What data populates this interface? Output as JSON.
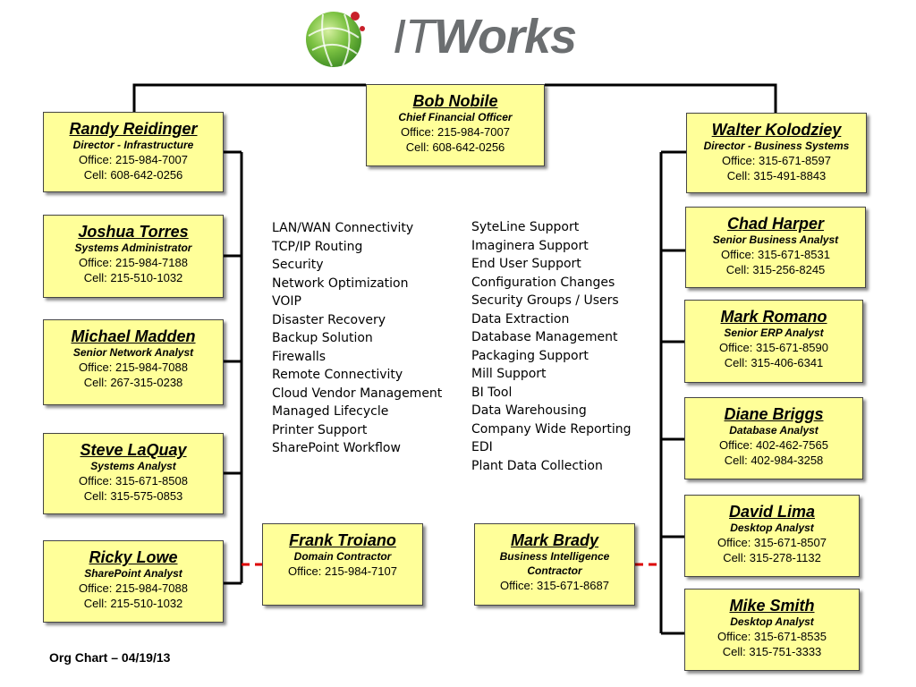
{
  "logo": {
    "part1": "IT",
    "part2": "Works"
  },
  "ceo": {
    "name": "Bob Nobile",
    "title": "Chief Financial Officer",
    "office": "Office: 215-984-7007",
    "cell": "Cell: 608-642-0256"
  },
  "left_column": [
    {
      "name": "Randy Reidinger",
      "title": "Director - Infrastructure",
      "office": "Office: 215-984-7007",
      "cell": "Cell: 608-642-0256"
    },
    {
      "name": "Joshua Torres",
      "title": "Systems Administrator",
      "office": "Office: 215-984-7188",
      "cell": "Cell: 215-510-1032"
    },
    {
      "name": "Michael Madden",
      "title": "Senior Network Analyst",
      "office": "Office: 215-984-7088",
      "cell": "Cell: 267-315-0238"
    },
    {
      "name": "Steve LaQuay",
      "title": "Systems Analyst",
      "office": "Office: 315-671-8508",
      "cell": "Cell: 315-575-0853"
    },
    {
      "name": "Ricky Lowe",
      "title": "SharePoint Analyst",
      "office": "Office: 215-984-7088",
      "cell": "Cell: 215-510-1032"
    }
  ],
  "right_column": [
    {
      "name": "Walter Kolodziey",
      "title": "Director - Business Systems",
      "office": "Office: 315-671-8597",
      "cell": "Cell: 315-491-8843"
    },
    {
      "name": "Chad Harper",
      "title": "Senior Business Analyst",
      "office": "Office: 315-671-8531",
      "cell": "Cell: 315-256-8245"
    },
    {
      "name": "Mark Romano",
      "title": "Senior ERP Analyst",
      "office": "Office: 315-671-8590",
      "cell": "Cell: 315-406-6341"
    },
    {
      "name": "Diane Briggs",
      "title": "Database Analyst",
      "office": "Office: 402-462-7565",
      "cell": "Cell: 402-984-3258"
    },
    {
      "name": "David Lima",
      "title": "Desktop Analyst",
      "office": "Office: 315-671-8507",
      "cell": "Cell: 315-278-1132"
    },
    {
      "name": "Mike Smith",
      "title": "Desktop Analyst",
      "office": "Office: 315-671-8535",
      "cell": "Cell: 315-751-3333"
    }
  ],
  "contractors": [
    {
      "name": "Frank Troiano",
      "title": "Domain Contractor",
      "office": "Office: 215-984-7107"
    },
    {
      "name": "Mark Brady",
      "title": "Business Intelligence Contractor",
      "office": "Office: 315-671-8687"
    }
  ],
  "infrastructure_responsibilities": [
    "LAN/WAN Connectivity",
    "TCP/IP Routing",
    "Security",
    "Network Optimization",
    "VOIP",
    "Disaster Recovery",
    "Backup Solution",
    "Firewalls",
    "Remote Connectivity",
    "Cloud Vendor Management",
    "Managed Lifecycle",
    "Printer Support",
    "SharePoint Workflow"
  ],
  "business_systems_responsibilities": [
    "SyteLine Support",
    "Imaginera Support",
    "End User Support",
    "Configuration Changes",
    "Security Groups / Users",
    "Data Extraction",
    "Database Management",
    "Packaging Support",
    "Mill Support",
    "BI Tool",
    "Data Warehousing",
    "Company Wide Reporting",
    "EDI",
    "Plant Data Collection"
  ],
  "footer": "Org Chart – 04/19/13",
  "colors": {
    "box_fill": "#ffff99",
    "contractor_link": "#dd0000",
    "connector": "#000000",
    "logo_grey": "#6b6e70",
    "logo_green": "#5aa832"
  }
}
